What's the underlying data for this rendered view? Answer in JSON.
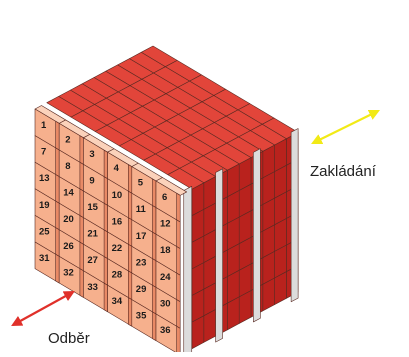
{
  "labels": {
    "loading": "Zakládání",
    "picking": "Odběr"
  },
  "front_face": {
    "rows": 6,
    "cols": 6,
    "numbers": [
      "1",
      "2",
      "3",
      "4",
      "5",
      "6",
      "7",
      "8",
      "9",
      "10",
      "11",
      "12",
      "13",
      "14",
      "15",
      "16",
      "17",
      "18",
      "19",
      "20",
      "21",
      "22",
      "23",
      "24",
      "25",
      "26",
      "27",
      "28",
      "29",
      "30",
      "31",
      "32",
      "33",
      "34",
      "35",
      "36"
    ]
  },
  "colors": {
    "front_box_face": "#f6b08d",
    "front_box_top": "#fbd2bb",
    "front_box_side": "#e98a66",
    "stack_top": "#e2453a",
    "stack_front": "#e8493e",
    "stack_side": "#b9221d",
    "frame": "#dcdcdc",
    "loading_arrow": "#f2ea16",
    "picking_arrow": "#e0302a"
  }
}
